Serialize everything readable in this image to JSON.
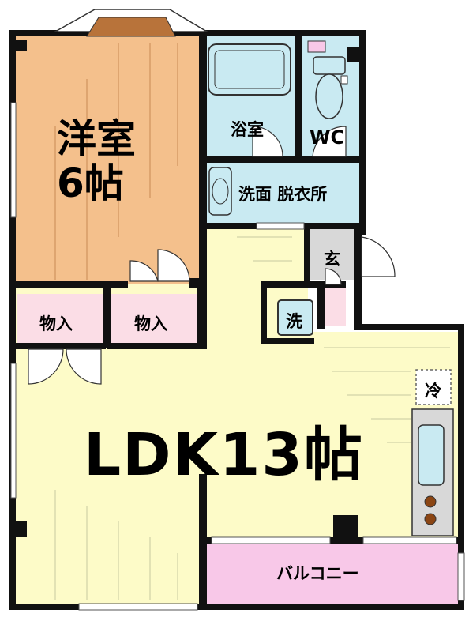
{
  "rooms": {
    "western_room": {
      "line1": "洋室",
      "line2": "6帖"
    },
    "bathroom": "浴室",
    "wc": "WC",
    "washroom": "洗面 脱衣所",
    "entrance": "玄",
    "closet_left": "物入",
    "closet_right": "物入",
    "washer": "洗",
    "ldk": "LDK13帖",
    "fridge": "冷",
    "balcony": "バルコニー"
  },
  "colors": {
    "western_room": "#f4c08c",
    "ldk": "#fdfbc8",
    "wet_area": "#c9eaf2",
    "closet": "#fbdde6",
    "balcony": "#f8c8e8",
    "entrance": "#d8d8d8",
    "wall": "#111111",
    "bay_window": "#b8733a"
  }
}
